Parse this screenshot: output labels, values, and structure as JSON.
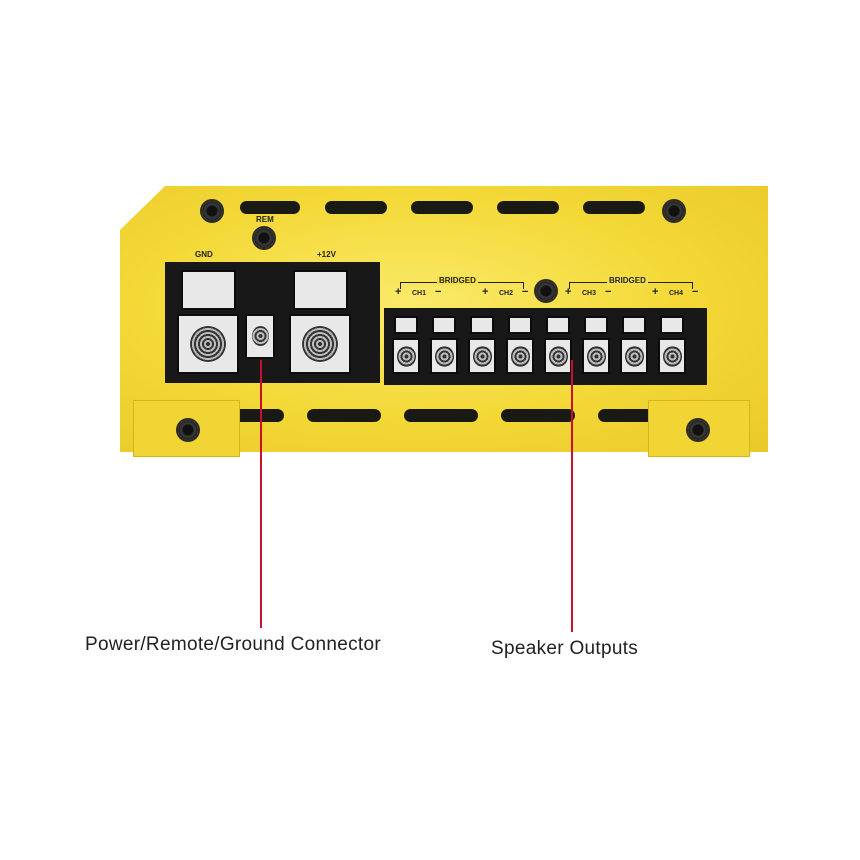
{
  "amplifier": {
    "power_terminal_labels": {
      "ground": "GND",
      "remote": "REM",
      "power": "+12V"
    },
    "speaker_labels": {
      "bridged_left": "BRIDGED",
      "bridged_right": "BRIDGED",
      "channels": [
        {
          "plus": "+",
          "name": "CH1",
          "minus": "−"
        },
        {
          "plus": "+",
          "name": "CH2",
          "minus": "−"
        },
        {
          "plus": "+",
          "name": "CH3",
          "minus": "−"
        },
        {
          "plus": "+",
          "name": "CH4",
          "minus": "−"
        }
      ]
    }
  },
  "callouts": {
    "power": "Power/Remote/Ground Connector",
    "speaker": "Speaker Outputs"
  },
  "colors": {
    "body": "#f3d836",
    "leader": "#c8102e"
  }
}
